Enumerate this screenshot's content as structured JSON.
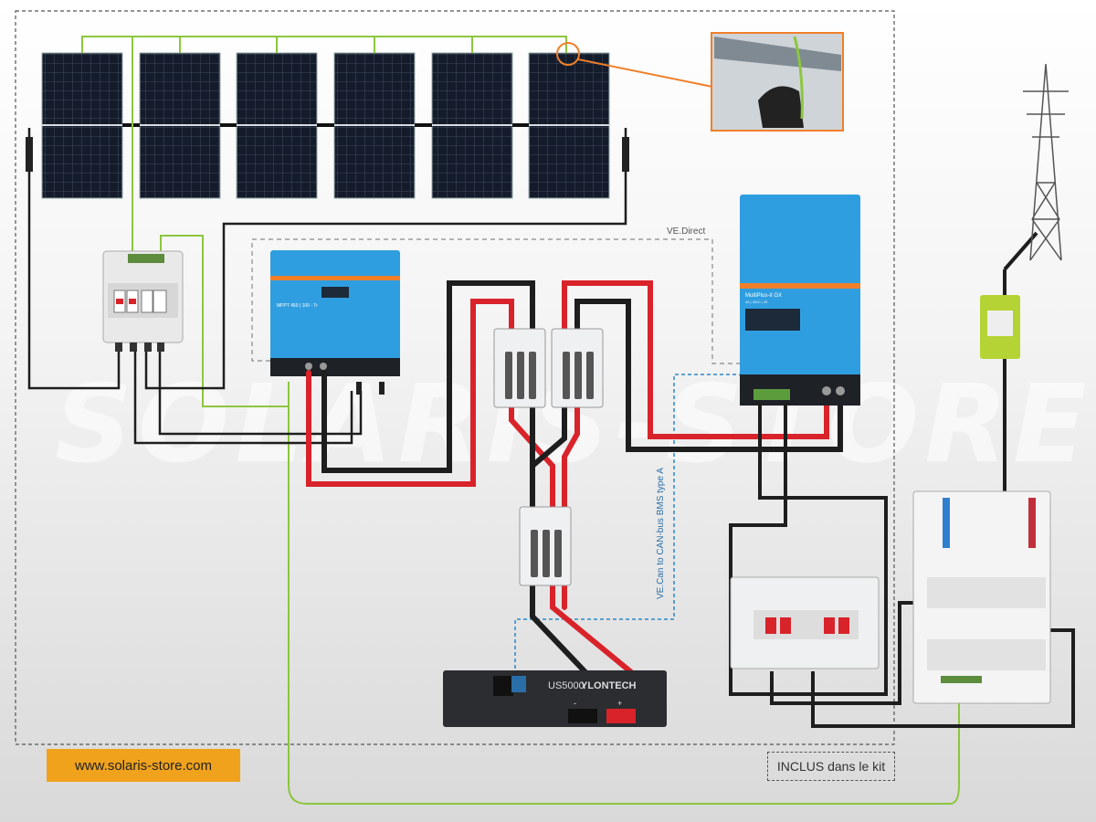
{
  "watermark": "SOLARIS-STORE",
  "website": "www.solaris-store.com",
  "kit_note": "INCLUS dans le kit",
  "ve_direct_label": "VE.Direct",
  "can_bus_label": "VE.Can to CAN-bus BMS type A",
  "mppt": {
    "label": "MPPT 450 | 100 - Tr"
  },
  "multiplus": {
    "label": "MultiPlus-II GX",
    "sub": "48 | 3000 | 35"
  },
  "battery": {
    "model": "US5000",
    "brand": "YLONTECH",
    "plus": "+",
    "minus": "-"
  },
  "colors": {
    "dc_positive": "#d9232a",
    "dc_negative": "#1e1e1e",
    "earth": "#8cc63f",
    "device": "#2f9ee0",
    "accent": "#f07f2a",
    "badge": "#f0a21d"
  }
}
